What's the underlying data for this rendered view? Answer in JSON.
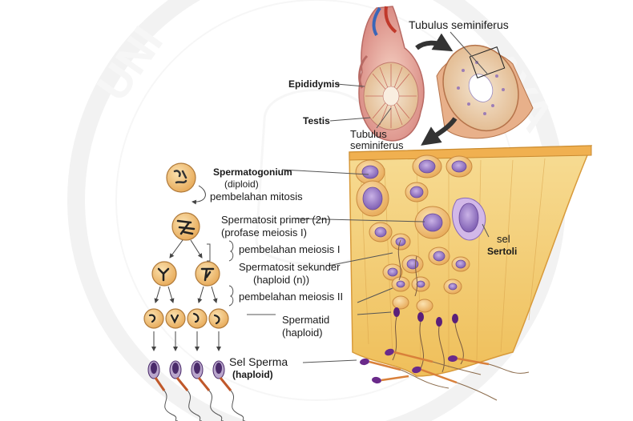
{
  "watermark": {
    "logo": "university-seal"
  },
  "labels": {
    "tubulus_top": "Tubulus seminiferus",
    "epididymis": "Epididymis",
    "testis": "Testis",
    "tubulus_mid_1": "Tubulus",
    "tubulus_mid_2": "seminiferus",
    "spermatogonium": "Spermatogonium",
    "diploid": "(diploid)",
    "mitosis": "pembelahan mitosis",
    "sp_primer": "Spermatosit primer (2n)",
    "profase": "(profase meiosis I)",
    "meiosis1": "pembelahan meiosis I",
    "sp_sekunder": "Spermatosit sekunder",
    "haploid_n": "(haploid (n))",
    "meiosis2": "pembelahan meiosis II",
    "spermatid": "Spermatid",
    "haploid_paren": "(haploid)",
    "sel": "sel",
    "sertoli": "Sertoli",
    "sel_sperma": "Sel Sperma",
    "haploid_bold": "(haploid)"
  },
  "colors": {
    "tissue": "#f2c96a",
    "tissue_light": "#f7dc94",
    "tissue_edge": "#d89a3a",
    "nucleus": "#9b7cc7",
    "nucleus_dark": "#6a4a9a",
    "cell_body": "#f3c98a",
    "cell_edge": "#b07a3a",
    "testis_pink": "#e39a94",
    "tubule_cream": "#f2dcc0",
    "sperm_head": "#6a2a8a",
    "watermark": "#ececec"
  }
}
